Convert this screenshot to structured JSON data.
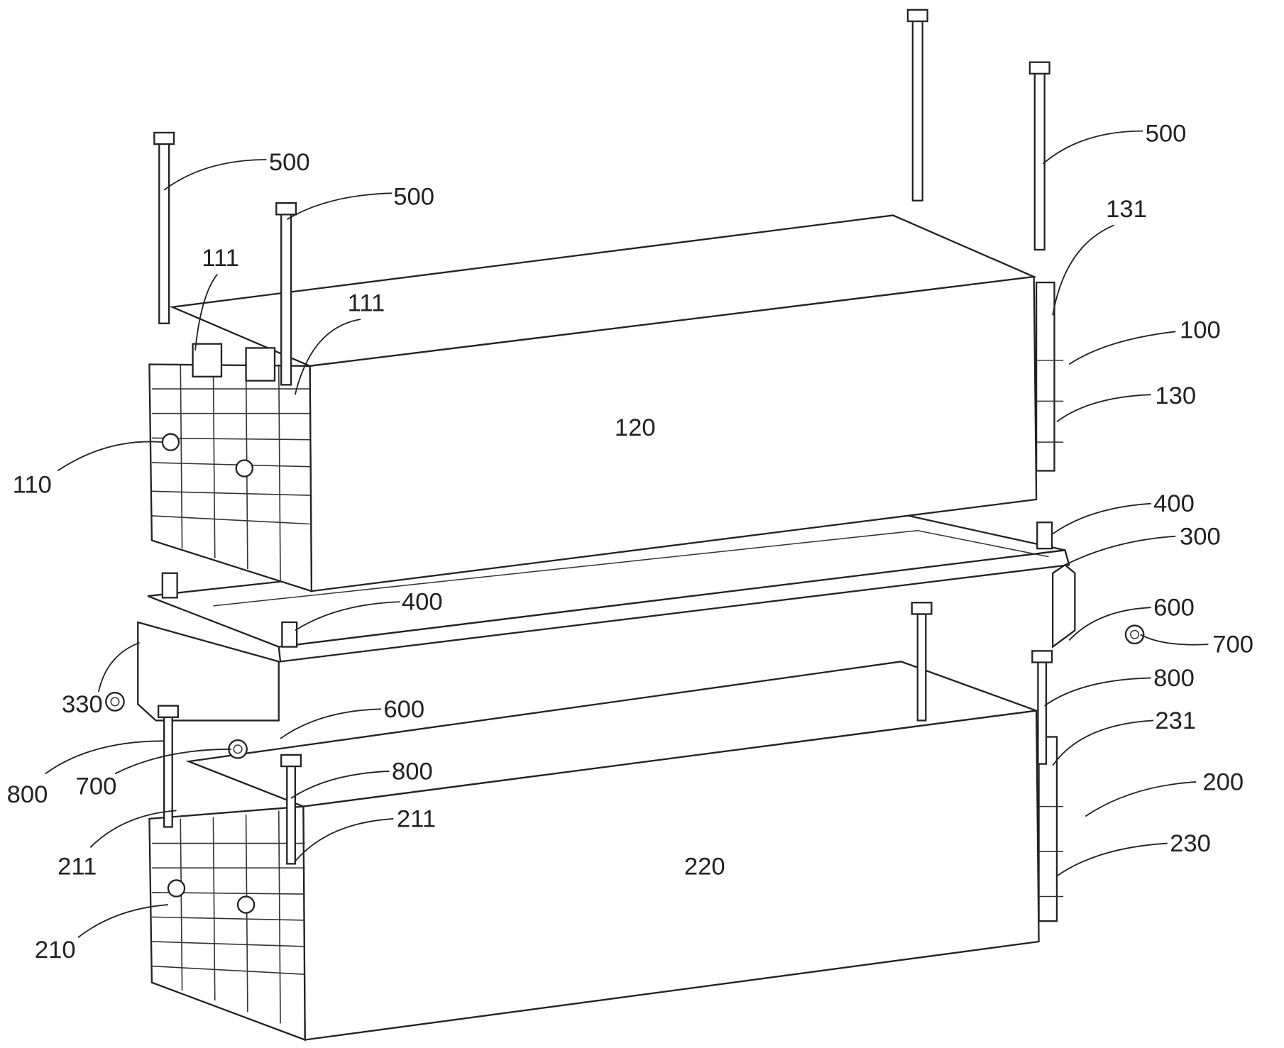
{
  "figure": {
    "labels": {
      "bolt_500_a": "500",
      "bolt_500_b": "500",
      "bolt_500_c": "500",
      "slot_111_a": "111",
      "slot_111_b": "111",
      "hole_131": "131",
      "module_100": "100",
      "bracket_130": "130",
      "bracket_110": "110",
      "cell_120": "120",
      "standoff_400_a": "400",
      "frame_300": "300",
      "standoff_400_b": "400",
      "plate_600_a": "600",
      "nut_700_a": "700",
      "frame_330": "330",
      "plate_600_b": "600",
      "bolt_800_a": "800",
      "hole_231": "231",
      "bolt_800_b": "800",
      "nut_700_b": "700",
      "bolt_800_c": "800",
      "module_200": "200",
      "slot_211_a": "211",
      "slot_211_b": "211",
      "bracket_230": "230",
      "cell_220": "220",
      "bracket_210": "210"
    }
  }
}
